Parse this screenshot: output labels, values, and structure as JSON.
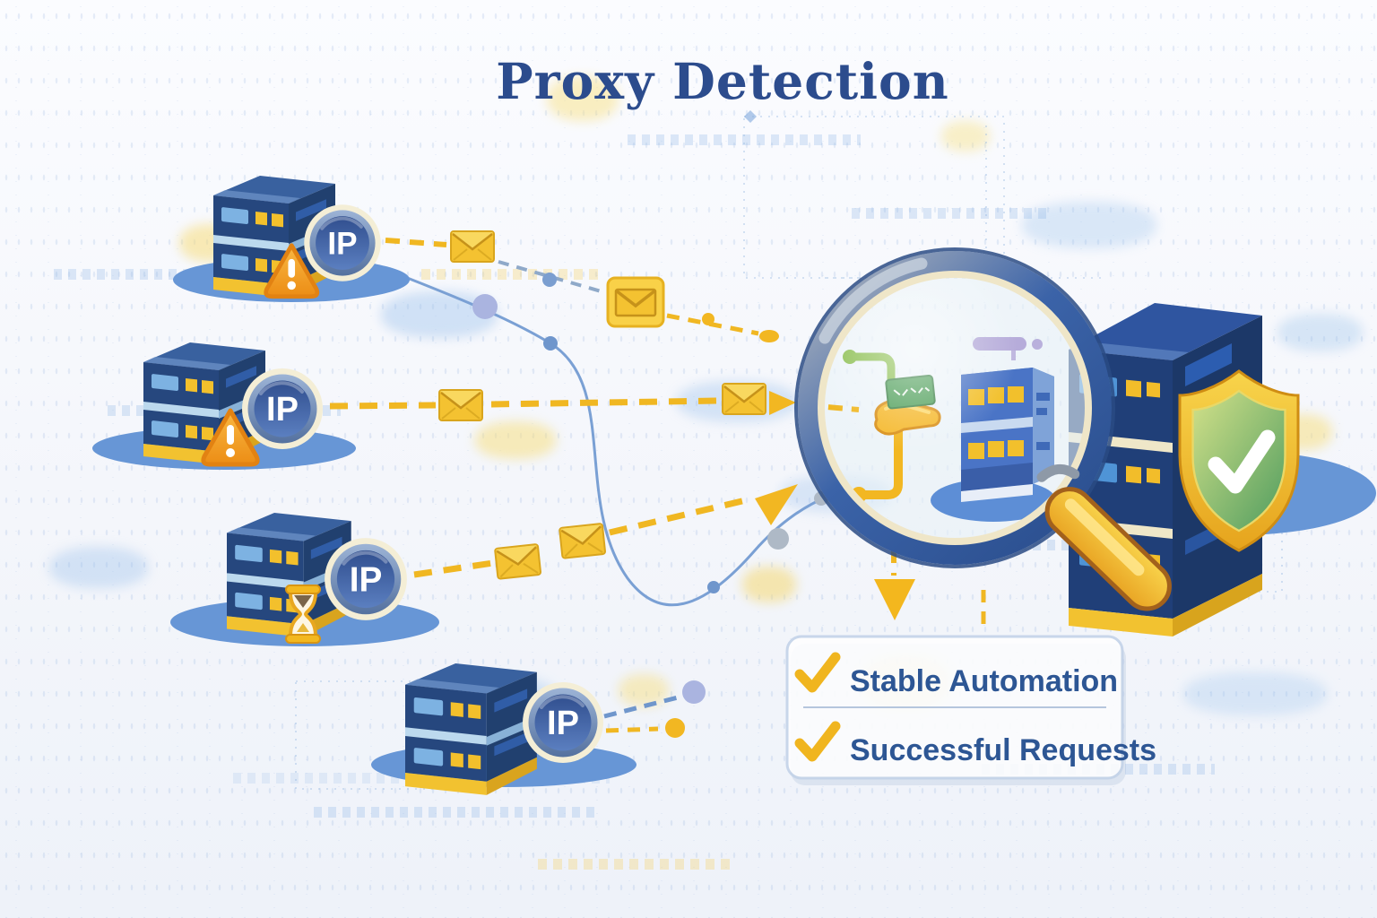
{
  "title": "Proxy Detection",
  "servers": [
    {
      "badge": "IP",
      "status": "warning"
    },
    {
      "badge": "IP",
      "status": "warning"
    },
    {
      "badge": "IP",
      "status": "waiting"
    },
    {
      "badge": "IP",
      "status": "ok"
    }
  ],
  "checklist": {
    "items": [
      "Stable Automation",
      "Successful Requests"
    ]
  },
  "icons": {
    "warning": "warning-triangle-icon",
    "waiting": "hourglass-icon",
    "message": "envelope-icon",
    "inspect": "magnifying-glass-icon",
    "secure": "shield-check-icon",
    "ip": "ip-badge"
  },
  "colors": {
    "title": "#2C4C8D",
    "accent_yellow": "#F2B722",
    "navy": "#22417A",
    "server_front": "#26477E",
    "checklist_text": "#2D5694",
    "shield_green": "#57A05F",
    "shadow_blue": "#6796D6"
  }
}
